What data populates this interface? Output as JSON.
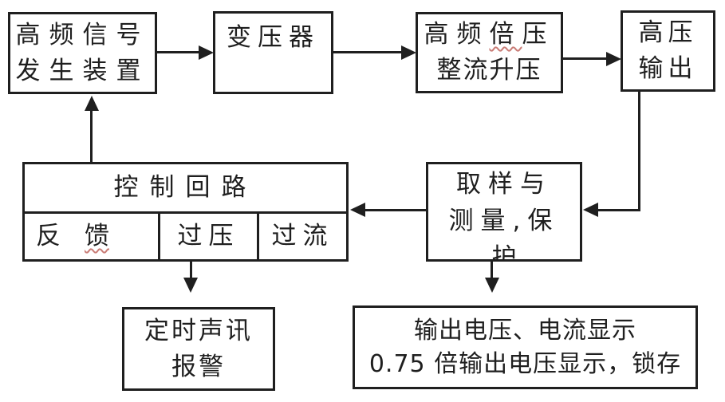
{
  "colors": {
    "line": "#1f1f1f",
    "background": "#ffffff",
    "spellcheck_underline": "#c97c76"
  },
  "nodes": {
    "hf_signal": {
      "line1": "高频信号",
      "line2": "发生装置"
    },
    "transformer": {
      "label": "变压器"
    },
    "hf_doubler": {
      "line1_pre": "高频",
      "line1_misspelled": "倍",
      "line1_post": "压",
      "line2": "整流升压"
    },
    "hv_output": {
      "line1": "高压",
      "line2": "输出"
    },
    "control": {
      "title": "控制回路",
      "cell_feedback_char1": "反",
      "cell_feedback_char2": "馈",
      "cell_overvoltage": "过压",
      "cell_overcurrent": "过流"
    },
    "sampling": {
      "line1": "取样与",
      "line2": "测量,保",
      "line3_clipped": "护"
    },
    "alarm": {
      "line1": "定时声讯",
      "line2": "报警"
    },
    "display": {
      "line1": "输出电压、电流显示",
      "line2": "0.75 倍输出电压显示，锁存"
    }
  }
}
